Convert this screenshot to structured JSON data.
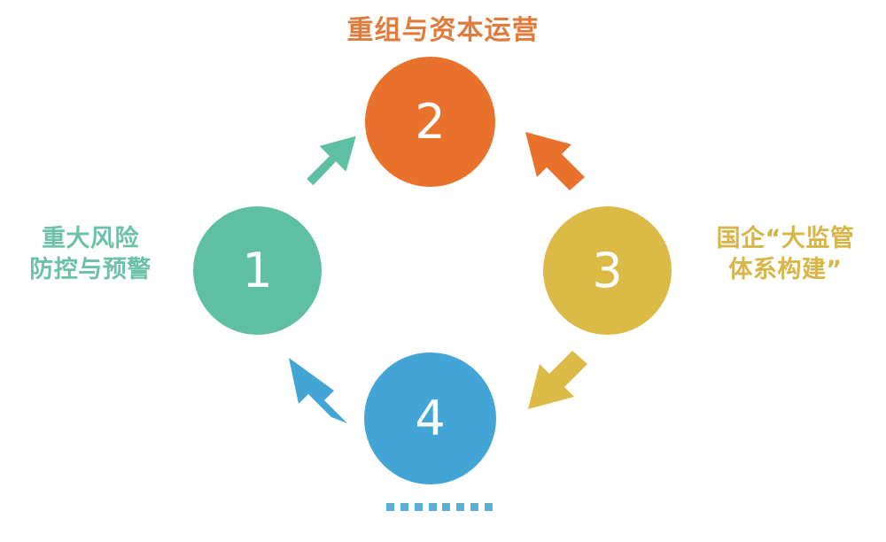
{
  "diagram": {
    "title_top": "重组与资本运营",
    "label_left": "重大风险\n防控与预警",
    "label_right": "国企“大监管\n体系构建”",
    "background_color": "#FFFFFF",
    "nodes": [
      {
        "id": "node-1",
        "number": "1",
        "color": "#5FBFA2",
        "position": "left",
        "label": "重大风险防控与预警"
      },
      {
        "id": "node-2",
        "number": "2",
        "color": "#E8722C",
        "position": "top",
        "label": "重组与资本运营"
      },
      {
        "id": "node-3",
        "number": "3",
        "color": "#DBBB45",
        "position": "right",
        "label": "国企“大监管体系构建”"
      },
      {
        "id": "node-4",
        "number": "4",
        "color": "#42A5D5",
        "position": "bottom",
        "label": ""
      }
    ],
    "arrows": [
      {
        "id": "arrow-1-to-2",
        "from": "1",
        "to": "2",
        "color": "#5FBFA2",
        "direction": "up-right"
      },
      {
        "id": "arrow-3-to-2",
        "from": "3",
        "to": "2",
        "color": "#E8722C",
        "direction": "up-left"
      },
      {
        "id": "arrow-3-to-4",
        "from": "3",
        "to": "4",
        "color": "#DBBB45",
        "direction": "down-left"
      },
      {
        "id": "arrow-4-to-1",
        "from": "4",
        "to": "1",
        "color": "#42A5D5",
        "direction": "up-left"
      }
    ],
    "dotted_line": {
      "color": "#5BAFD6",
      "dot_count": 8
    }
  }
}
